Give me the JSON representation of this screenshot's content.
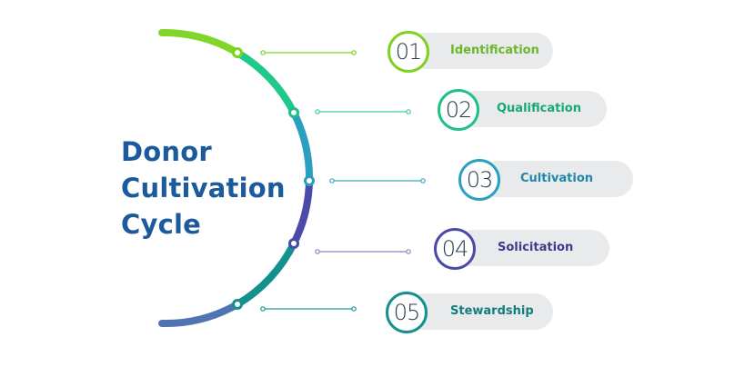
{
  "title": {
    "line1": "Donor",
    "line2": "Cultivation",
    "line3": "Cycle",
    "color": "#1b5a9c"
  },
  "steps": [
    {
      "number": "01",
      "label": "Identification",
      "color": "#7ed321",
      "text_color": "#6ab82a"
    },
    {
      "number": "02",
      "label": "Qualification",
      "color": "#1fbf8a",
      "text_color": "#17a873"
    },
    {
      "number": "03",
      "label": "Cultivation",
      "color": "#2a9fc0",
      "text_color": "#2286a6"
    },
    {
      "number": "04",
      "label": "Solicitation",
      "color": "#4b4aa8",
      "text_color": "#3d3b8e"
    },
    {
      "number": "05",
      "label": "Stewardship",
      "color": "#14908e",
      "text_color": "#127d7b"
    }
  ],
  "arc_colors": {
    "top_end": "#82d62a",
    "bottom_end": "#4f74b1"
  },
  "pill_background": "#e9eaec"
}
